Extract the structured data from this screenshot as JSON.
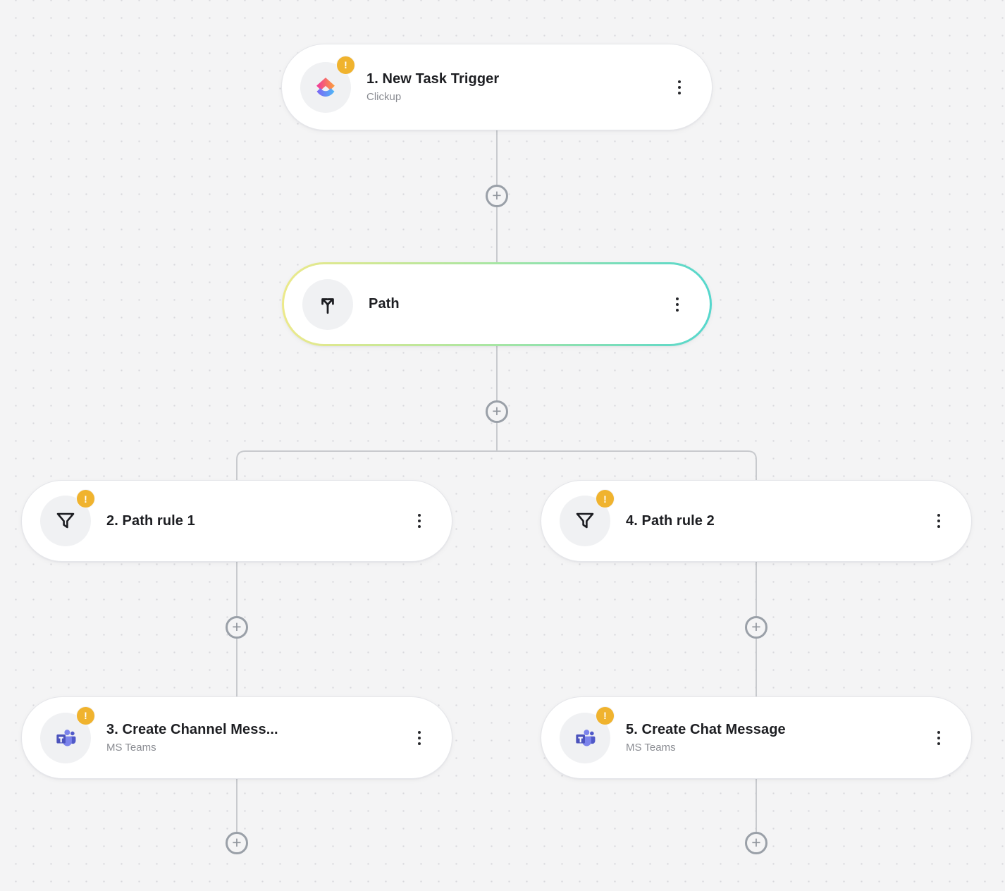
{
  "canvas": {
    "background_color": "#f4f4f5",
    "dot_color": "#d8d8dc",
    "connector_color": "#c8cace"
  },
  "nodes": [
    {
      "title": "1. New Task Trigger",
      "subtitle": "Clickup",
      "icon": "clickup-icon",
      "warning": true,
      "selected": false
    },
    {
      "title": "Path",
      "subtitle": "",
      "icon": "path-split-icon",
      "warning": false,
      "selected": true
    },
    {
      "title": "2. Path rule 1",
      "subtitle": "",
      "icon": "filter-icon",
      "warning": true,
      "selected": false
    },
    {
      "title": "4. Path rule 2",
      "subtitle": "",
      "icon": "filter-icon",
      "warning": true,
      "selected": false
    },
    {
      "title": "3. Create Channel Mess...",
      "subtitle": "MS Teams",
      "icon": "ms-teams-icon",
      "warning": true,
      "selected": false
    },
    {
      "title": "5. Create Chat Message",
      "subtitle": "MS Teams",
      "icon": "ms-teams-icon",
      "warning": true,
      "selected": false
    }
  ],
  "warning_badge": {
    "glyph": "!",
    "color": "#f0b32e"
  },
  "add_button": {
    "glyph": "+",
    "color": "#9aa0a8"
  },
  "selected_border_gradient": [
    "#ece98a",
    "#55d7cd"
  ]
}
